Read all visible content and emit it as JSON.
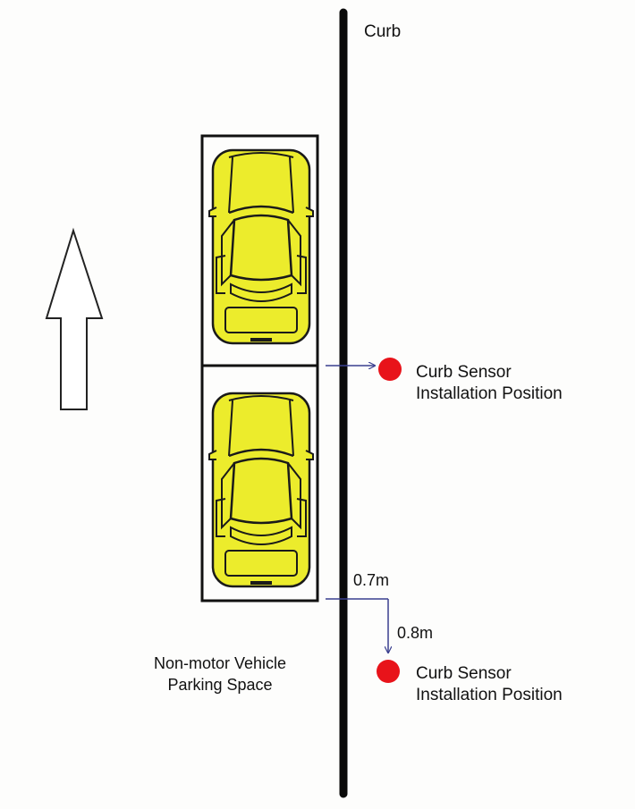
{
  "labels": {
    "curb": "Curb",
    "sensor_1": [
      "Curb Sensor",
      "Installation Position"
    ],
    "sensor_2": [
      "Curb Sensor",
      "Installation Position"
    ],
    "distance_horizontal": "0.7m",
    "distance_vertical": "0.8m",
    "parking_space": [
      "Non-motor Vehicle",
      "Parking Space"
    ]
  },
  "colors": {
    "car_body": "#ecec2c",
    "sensor_marker": "#e8131a",
    "curb_line": "#0a0a0a",
    "dimension_line": "#3a3f8f"
  },
  "icons": [
    "direction-arrow-icon",
    "car-icon",
    "sensor-marker-icon"
  ]
}
